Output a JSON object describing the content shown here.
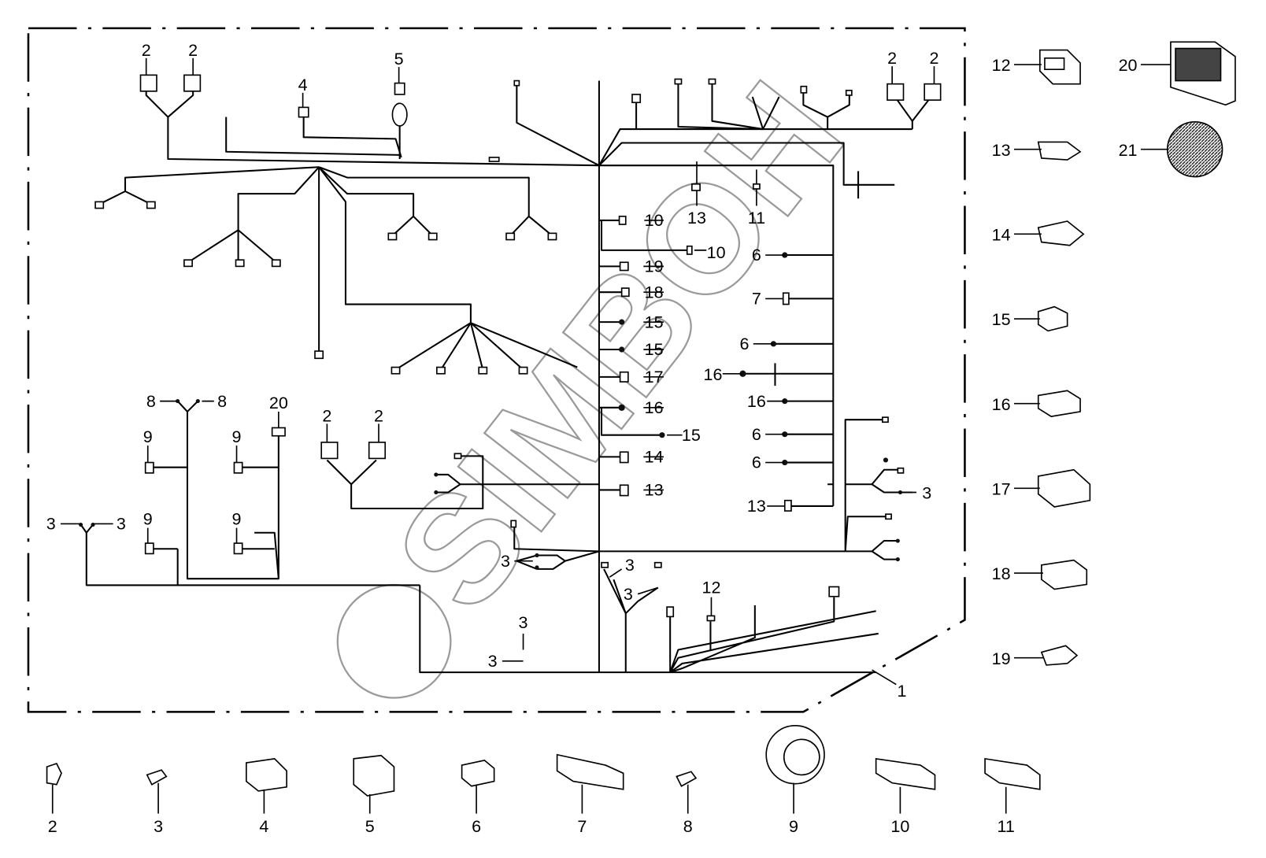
{
  "diagram": {
    "watermark": "SIMBOH",
    "border_style": "dash-dot",
    "line_color": "#000000",
    "watermark_color": "#9a9a9a",
    "callouts": [
      "2",
      "2",
      "4",
      "5",
      "2",
      "2",
      "12",
      "20",
      "13",
      "21",
      "14",
      "15",
      "16",
      "17",
      "18",
      "19",
      "13",
      "11",
      "10",
      "10",
      "6",
      "19",
      "18",
      "7",
      "15",
      "15",
      "6",
      "16",
      "17",
      "16",
      "16",
      "15",
      "6",
      "6",
      "14",
      "13",
      "13",
      "3",
      "8",
      "8",
      "20",
      "9",
      "9",
      "2",
      "2",
      "3",
      "3",
      "9",
      "9",
      "3",
      "3",
      "3",
      "12",
      "3",
      "3",
      "1",
      "2",
      "3",
      "4",
      "5",
      "6",
      "7",
      "8",
      "9",
      "10",
      "11"
    ]
  }
}
